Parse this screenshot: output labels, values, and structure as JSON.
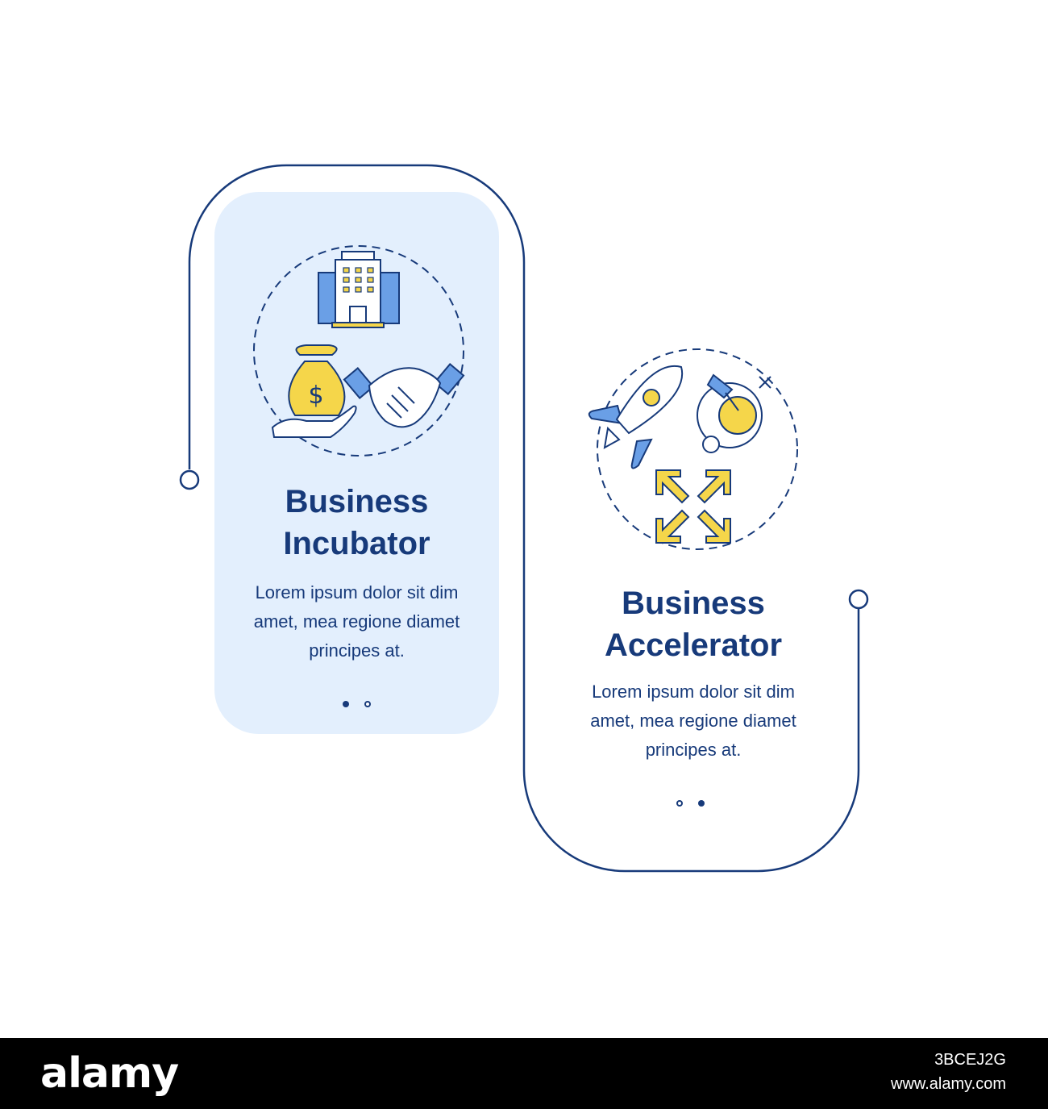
{
  "steps": [
    {
      "title_line1": "Business",
      "title_line2": "Incubator",
      "description": [
        "Lorem ipsum dolor sit dim",
        "amet, mea regione diamet",
        "principes at."
      ],
      "icons": [
        "office-building-icon",
        "money-bag-in-hand-icon",
        "handshake-icon"
      ],
      "pager_active": 1
    },
    {
      "title_line1": "Business",
      "title_line2": "Accelerator",
      "description": [
        "Lorem ipsum dolor sit dim",
        "amet, mea regione diamet",
        "principes at."
      ],
      "icons": [
        "rocket-icon",
        "target-with-arrow-icon",
        "expand-arrows-icon"
      ],
      "pager_active": 2
    }
  ],
  "pager_count": 2,
  "footer": {
    "logo": "alamy",
    "image_id": "3BCEJ2G",
    "url": "www.alamy.com"
  },
  "colors": {
    "navy": "#173a7a",
    "light_blue_fill": "#e3effd",
    "icon_blue": "#6a9fe6",
    "icon_yellow": "#f5d64a"
  }
}
